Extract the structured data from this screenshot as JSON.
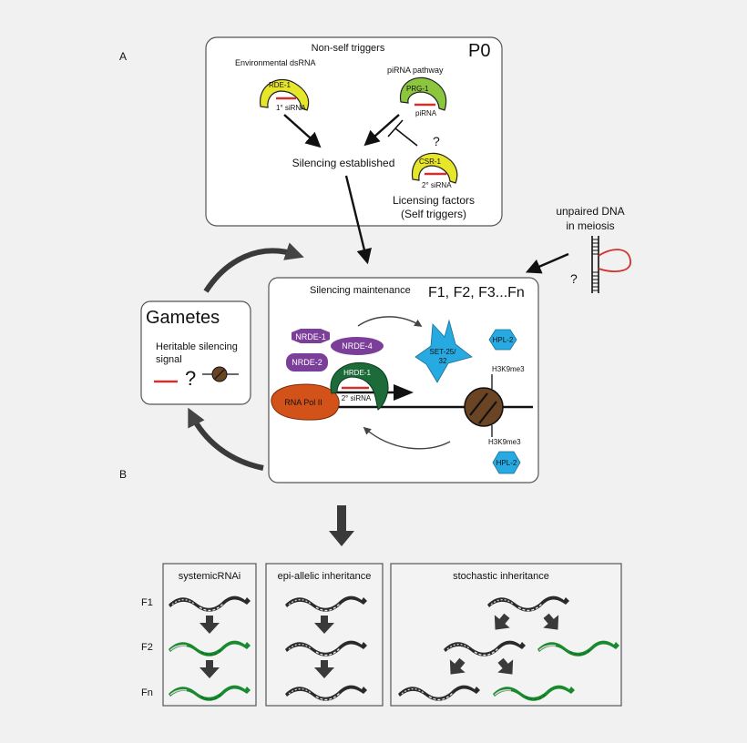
{
  "colors": {
    "background": "#f1f1f1",
    "panel_fill": "#ffffff",
    "panel_stroke": "#555555",
    "lower_panel_fill": "#f3f3f3",
    "siRNA_red": "#d0312d",
    "argonaute_yellow": "#e6e62a",
    "argonaute_green": "#8cc63e",
    "hrde1_green": "#1e6b3a",
    "nrde_purple": "#7b3f99",
    "set25_blue": "#27aae1",
    "rnapol_orange": "#d2521a",
    "nucleosome_brown": "#6b4423",
    "worm_green": "#1a8a2f",
    "arrow_dark": "#3a3a3a"
  },
  "labels": {
    "panel_a": "A",
    "panel_b": "B",
    "p0": "P0",
    "nonself_triggers": "Non-self triggers",
    "env_dsrna": "Environmental dsRNA",
    "rde1": "RDE-1",
    "siRNA_1": "1° siRNA",
    "pirna_pathway": "piRNA pathway",
    "prg1": "PRG-1",
    "pirna": "piRNA",
    "question": "?",
    "csr1": "CSR-1",
    "siRNA_2": "2° siRNA",
    "silencing_established": "Silencing established",
    "licensing_factors": "Licensing factors",
    "self_triggers": "(Self triggers)",
    "unpaired_dna_1": "unpaired DNA",
    "unpaired_dna_2": "in meiosis",
    "gametes": "Gametes",
    "heritable_1": "Heritable silencing",
    "heritable_2": "signal",
    "silencing_maintenance": "Silencing maintenance",
    "generations": "F1, F2, F3...Fn",
    "nrde1": "NRDE-1",
    "nrde4": "NRDE-4",
    "nrde2": "NRDE-2",
    "hrde1": "HRDE-1",
    "rnapol": "RNA Pol II",
    "set25_1": "SET-25/",
    "set25_2": "32",
    "hpl2": "HPL-2",
    "h3k9me3": "H3K9me3"
  },
  "inheritance": {
    "row_labels": [
      "F1",
      "F2",
      "Fn"
    ],
    "panels": [
      {
        "title": "systemicRNAi"
      },
      {
        "title": "epi-allelic inheritance"
      },
      {
        "title": "stochastic inheritance"
      }
    ]
  }
}
